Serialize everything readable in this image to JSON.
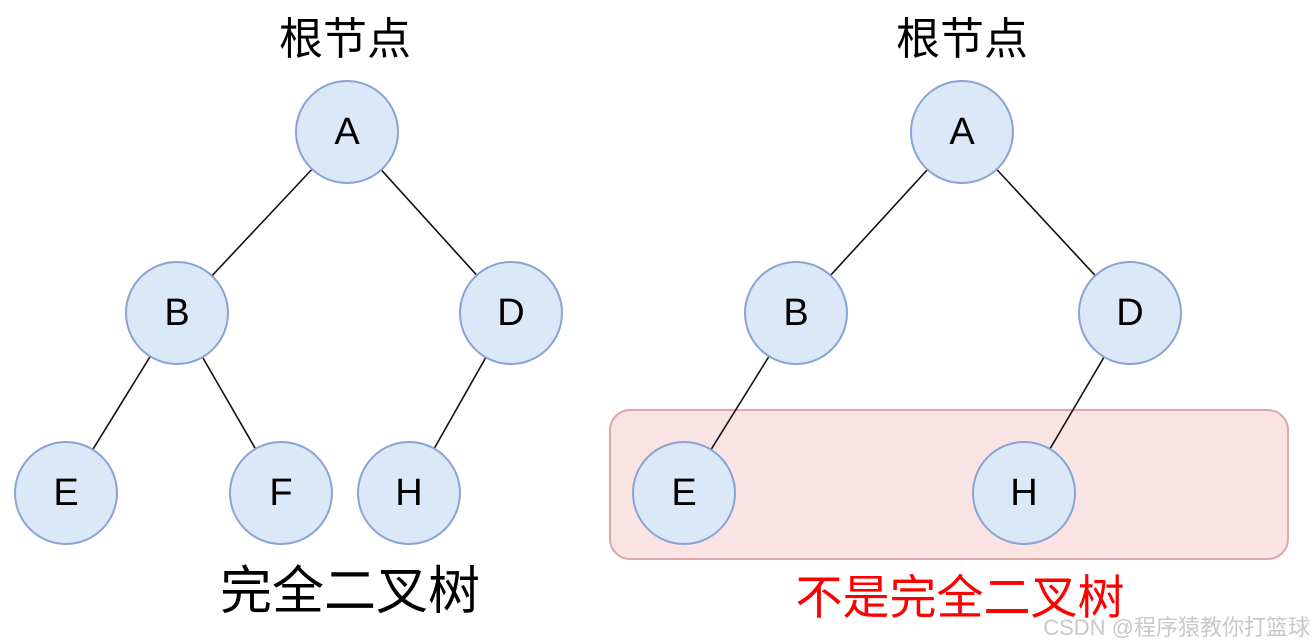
{
  "left_tree": {
    "title": "根节点",
    "caption": "完全二叉树",
    "nodes": {
      "A": "A",
      "B": "B",
      "D": "D",
      "E": "E",
      "F": "F",
      "H": "H"
    },
    "edges": [
      "A-B",
      "A-D",
      "B-E",
      "B-F",
      "D-H"
    ]
  },
  "right_tree": {
    "title": "根节点",
    "caption": "不是完全二叉树",
    "nodes": {
      "A": "A",
      "B": "B",
      "D": "D",
      "E": "E",
      "H": "H"
    },
    "edges": [
      "A-B",
      "A-D",
      "B-E",
      "D-H"
    ]
  },
  "watermark": "CSDN @程序猿教你打篮球",
  "colors": {
    "node_fill": "#dbe8f8",
    "node_border": "#8aa3d4",
    "edge_line": "#111111",
    "highlight_fill": "#f9e3e3",
    "highlight_border": "#dfa7a7",
    "caption_left": "#000000",
    "caption_right": "#fe0000",
    "watermark": "#c8c8c8"
  }
}
